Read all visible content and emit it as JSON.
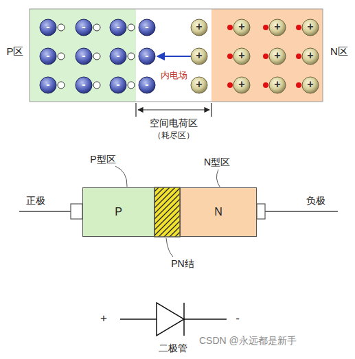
{
  "diagram": {
    "nodes": [
      {
        "text": [
          "P区"
        ]
      },
      {
        "text": [
          "-"
        ],
        "in": 0
      },
      {
        "text": [
          "-"
        ],
        "in": 0
      },
      {
        "text": [
          "-"
        ],
        "in": 0
      },
      {
        "text": [
          "-"
        ],
        "in": 0
      },
      {
        "text": [
          "-"
        ],
        "in": 0
      },
      {
        "text": [
          "-"
        ],
        "in": 0
      },
      {
        "text": [
          "-"
        ],
        "in": 0
      },
      {
        "text": [
          "-"
        ],
        "in": 0
      },
      {
        "text": [
          "-"
        ],
        "in": 0
      },
      {
        "text": [
          "内电场"
        ]
      },
      {
        "text": [
          "-"
        ],
        "in": 10
      },
      {
        "text": [
          "+"
        ],
        "in": 10
      },
      {
        "text": [
          "-"
        ],
        "in": 10
      },
      {
        "text": [
          "+"
        ],
        "in": 10
      },
      {
        "text": [
          "-"
        ],
        "in": 10
      },
      {
        "text": [
          "+"
        ],
        "in": 10
      },
      {
        "text": [
          "N区"
        ]
      },
      {
        "text": [
          "+"
        ],
        "in": 17
      },
      {
        "text": [
          "+"
        ],
        "in": 17
      },
      {
        "text": [
          "+"
        ],
        "in": 17
      },
      {
        "text": [
          "+"
        ],
        "in": 17
      },
      {
        "text": [
          "+"
        ],
        "in": 17
      },
      {
        "text": [
          "+"
        ],
        "in": 17
      },
      {
        "text": [
          "+"
        ],
        "in": 17
      },
      {
        "text": [
          "+"
        ],
        "in": 17
      },
      {
        "text": [
          "+"
        ],
        "in": 17
      },
      {
        "text": [
          "P"
        ]
      },
      {
        "text": [
          "N"
        ]
      }
    ],
    "labels": [
      "空间电荷区",
      "（耗尽区）",
      "P型区",
      "N型区",
      "正极",
      "负极",
      "PN结",
      "+",
      "-",
      "二极管",
      "CSDN @永远都是新手"
    ]
  }
}
